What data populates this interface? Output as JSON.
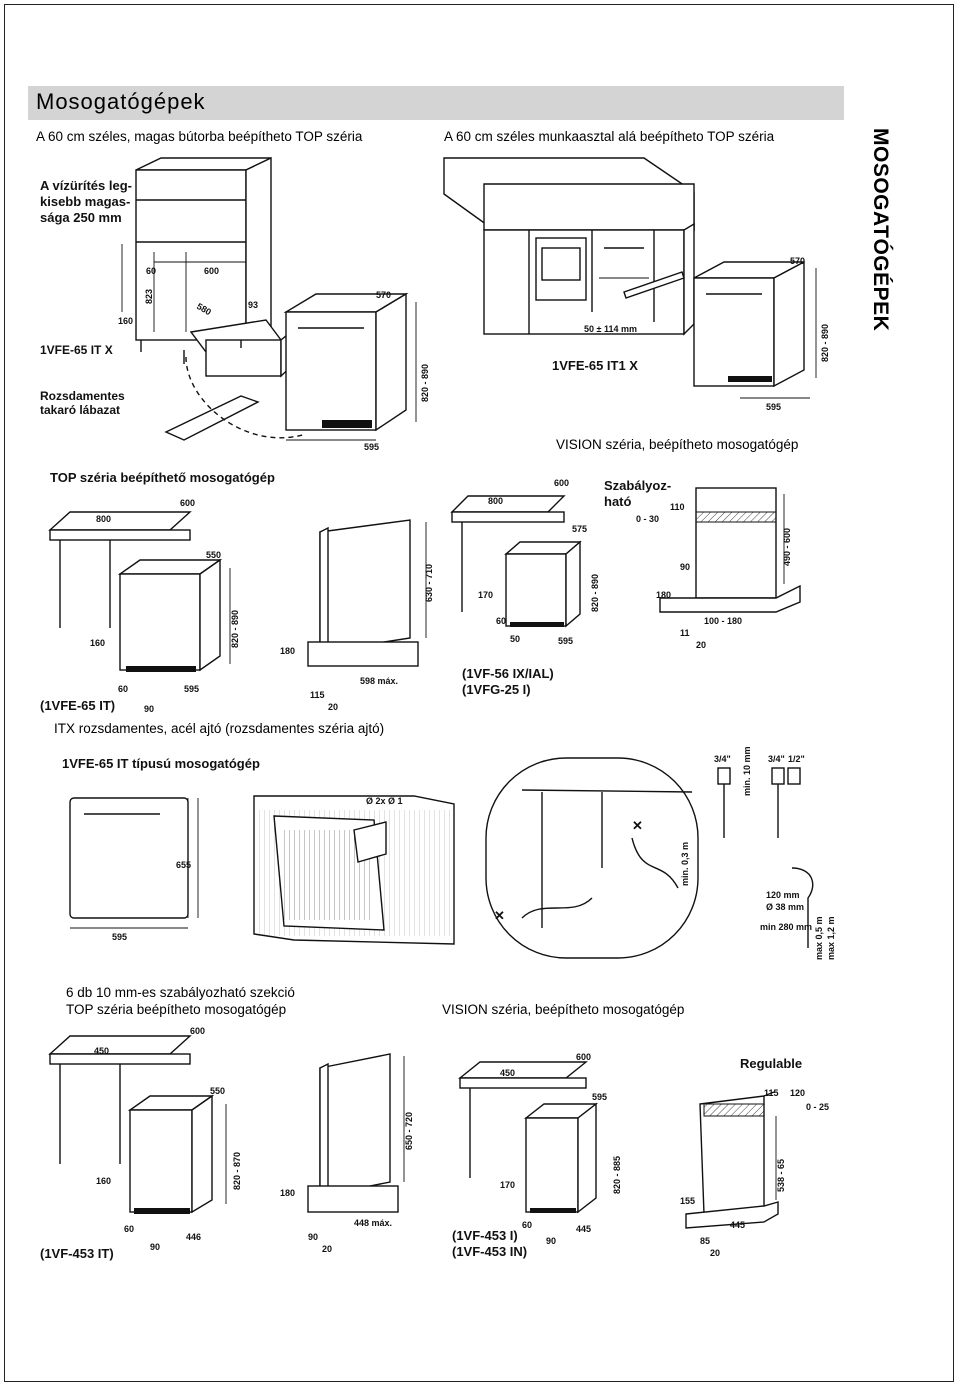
{
  "page": {
    "title": "Mosogatógépek",
    "side_label": "MOSOGATÓGÉPEK"
  },
  "captions": {
    "tall_cabinet": "A 60 cm széles, magas bútorba beépítheto TOP széria",
    "under_counter": "A 60 cm széles munkaasztal alá beépítheto TOP széria",
    "vision_1": "VISION széria, beépítheto mosogatógép",
    "itx": "ITX rozsdamentes, acél ajtó (rozsdamentes széria ajtó)",
    "sections_line1": "6 db 10 mm-es szabályozható szekció",
    "top_series_2": "TOP széria beépítheto mosogatógép",
    "vision_2": "VISION széria, beépítheto mosogatógép"
  },
  "diagrams": {
    "d1": {
      "note": [
        "A vízürítés leg-",
        "kisebb magas-",
        "sága 250 mm"
      ],
      "model": "1VFE-65 IT X",
      "plinth": [
        "Rozsdamentes",
        "takaró lábazat"
      ],
      "dims": [
        "60",
        "823",
        "600",
        "580",
        "93",
        "160",
        "570",
        "820 - 890",
        "595"
      ]
    },
    "d2": {
      "model": "1VFE-65 IT1 X",
      "gap": "50 ± 114 mm",
      "dims": [
        "570",
        "820 - 890",
        "595"
      ]
    },
    "d3": {
      "title": "TOP széria beépíthető mosogatógép",
      "model": "(1VFE-65 IT)",
      "dims": [
        "600",
        "800",
        "550",
        "820 - 890",
        "160",
        "60",
        "90",
        "595"
      ]
    },
    "d4": {
      "dims": [
        "630 - 710",
        "180",
        "115",
        "20",
        "598 máx."
      ]
    },
    "d5": {
      "models": [
        "(1VF-56 IX/IAL)",
        "(1VFG-25 I)"
      ],
      "dims": [
        "600",
        "800",
        "575",
        "820 - 890",
        "170",
        "60",
        "50",
        "595"
      ]
    },
    "d6": {
      "label": [
        "Szabályoz-",
        "ható"
      ],
      "dims": [
        "0 - 30",
        "110",
        "490 - 600",
        "90",
        "180",
        "100 - 180",
        "11",
        "20"
      ]
    },
    "d7": {
      "title": "1VFE-65 IT típusú mosogatógép",
      "dims": [
        "655",
        "595"
      ]
    },
    "d8": {
      "dims": [
        "Ø 2x Ø 1"
      ]
    },
    "d9": {
      "dims": [
        "3/4\"",
        "3/4\"",
        "1/2\"",
        "min. 10 mm",
        "min. 0,3 m",
        "120 mm",
        "Ø 38 mm",
        "min 280 mm",
        "max 0,5 m",
        "max 1,2 m"
      ]
    },
    "d10": {
      "model": "(1VF-453 IT)",
      "dims": [
        "450",
        "600",
        "550",
        "820 - 870",
        "160",
        "60",
        "90",
        "446"
      ]
    },
    "d11": {
      "dims": [
        "650 - 720",
        "180",
        "90",
        "20",
        "448 máx."
      ]
    },
    "d12": {
      "models": [
        "(1VF-453 I)",
        "(1VF-453 IN)"
      ],
      "dims": [
        "450",
        "600",
        "595",
        "820 - 885",
        "170",
        "60",
        "90",
        "445"
      ]
    },
    "d13": {
      "label": "Regulable",
      "dims": [
        "115",
        "120",
        "0 - 25",
        "538 - 65",
        "155",
        "445",
        "85",
        "20"
      ]
    }
  }
}
